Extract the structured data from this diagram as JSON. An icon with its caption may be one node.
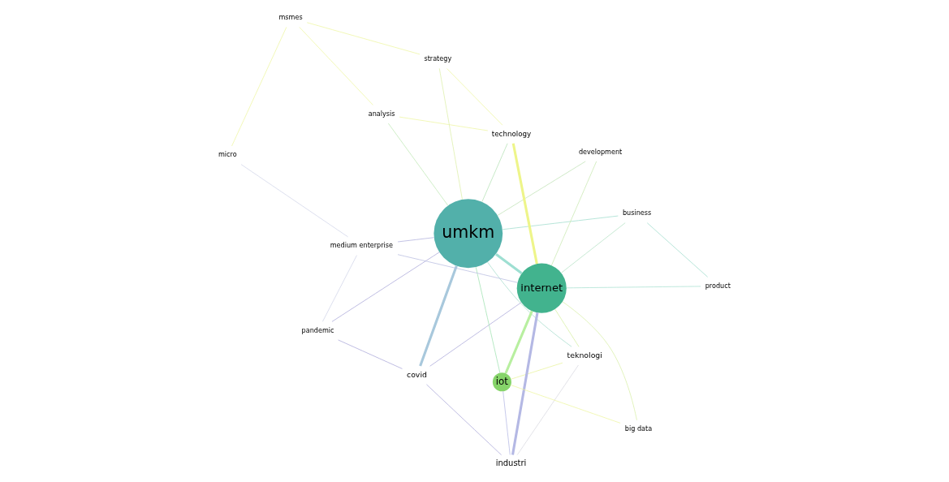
{
  "diagram": {
    "nodes": [
      {
        "text": [
          "covid"
        ]
      },
      {
        "text": [
          "teknologi"
        ]
      },
      {
        "text": [
          "pandemic"
        ]
      },
      {
        "text": [
          "analysis"
        ]
      },
      {
        "text": [
          "msmes"
        ]
      },
      {
        "text": [
          "micro"
        ]
      },
      {
        "text": [
          "umkm"
        ]
      },
      {
        "text": [
          "industri"
        ]
      },
      {
        "text": [
          "medium enterprise"
        ]
      },
      {
        "text": [
          "strategy"
        ]
      },
      {
        "text": [
          "internet"
        ]
      },
      {
        "text": [
          "iot"
        ]
      },
      {
        "text": [
          "product"
        ]
      },
      {
        "text": [
          "business"
        ]
      },
      {
        "text": [
          "development"
        ]
      },
      {
        "text": [
          "technology"
        ]
      },
      {
        "text": [
          "big data"
        ]
      }
    ],
    "edges": [
      {
        "from": 0,
        "to": 2,
        "arrow": "none",
        "color": "#a9a6d8"
      },
      {
        "from": 0,
        "to": 6,
        "arrow": "none",
        "style": "thick",
        "color": "#a8c8dc"
      },
      {
        "from": 0,
        "to": 10,
        "arrow": "none",
        "color": "#a9a6d8"
      },
      {
        "from": 0,
        "to": 7,
        "arrow": "none",
        "color": "#a9a6d8"
      },
      {
        "from": 2,
        "to": 6,
        "arrow": "none",
        "color": "#a9a6d8"
      },
      {
        "from": 6,
        "to": 10,
        "arrow": "none",
        "style": "thick",
        "color": "#9edfd2"
      },
      {
        "from": 10,
        "to": 11,
        "arrow": "none",
        "style": "thick",
        "color": "#b8efa0"
      },
      {
        "from": 10,
        "to": 7,
        "arrow": "none",
        "style": "thick",
        "color": "#b4b8e4"
      },
      {
        "from": 6,
        "to": 11,
        "arrow": "none",
        "color": "#9fe2b0"
      },
      {
        "from": 6,
        "to": 1,
        "arrow": "none",
        "color": "#a6dccc"
      },
      {
        "from": 1,
        "to": 7,
        "arrow": "none",
        "color": "#d8d8e0"
      },
      {
        "from": 1,
        "to": 11,
        "arrow": "none",
        "color": "#e8f39a"
      },
      {
        "from": 1,
        "to": 10,
        "arrow": "none",
        "color": "#d6efa0"
      },
      {
        "from": 8,
        "to": 6,
        "arrow": "none",
        "color": "#b0b0dc"
      },
      {
        "from": 8,
        "to": 5,
        "arrow": "none",
        "color": "#d0d4e8"
      },
      {
        "from": 5,
        "to": 4,
        "arrow": "none",
        "color": "#eef5a0"
      },
      {
        "from": 4,
        "to": 3,
        "arrow": "none",
        "color": "#eef5a0"
      },
      {
        "from": 3,
        "to": 6,
        "arrow": "none",
        "color": "#bfe8b4"
      },
      {
        "from": 9,
        "to": 6,
        "arrow": "none",
        "color": "#dcefa8"
      },
      {
        "from": 9,
        "to": 4,
        "arrow": "none",
        "color": "#eef5a0"
      },
      {
        "from": 12,
        "to": 13,
        "arrow": "none",
        "color": "#9edccc"
      },
      {
        "from": 13,
        "to": 6,
        "arrow": "none",
        "color": "#9edccc"
      },
      {
        "from": 14,
        "to": 6,
        "arrow": "none",
        "color": "#bfe2b4"
      },
      {
        "from": 15,
        "to": 6,
        "arrow": "none",
        "color": "#b4e2b4"
      },
      {
        "from": 15,
        "to": 10,
        "arrow": "none",
        "style": "thick",
        "color": "#eef58a"
      },
      {
        "from": 15,
        "to": 9,
        "arrow": "none",
        "color": "#eef5a0"
      },
      {
        "from": 14,
        "to": 10,
        "arrow": "none",
        "color": "#c8e8b0"
      },
      {
        "from": 13,
        "to": 10,
        "arrow": "none",
        "color": "#b4e2c4"
      },
      {
        "from": 11,
        "to": 16,
        "arrow": "none",
        "color": "#eef5a0"
      },
      {
        "from": 10,
        "to": 16,
        "arrow": "none",
        "color": "#d8efa8"
      },
      {
        "from": 7,
        "to": 11,
        "arrow": "none",
        "color": "#b4b8e4"
      },
      {
        "from": 12,
        "to": 10,
        "arrow": "none",
        "color": "#a8e0d0"
      },
      {
        "from": 8,
        "to": 10,
        "arrow": "none",
        "color": "#b8bce0"
      },
      {
        "from": 2,
        "to": 8,
        "arrow": "none",
        "color": "#d0d4e8"
      },
      {
        "from": 3,
        "to": 15,
        "arrow": "none",
        "color": "#eef5a0"
      }
    ]
  }
}
